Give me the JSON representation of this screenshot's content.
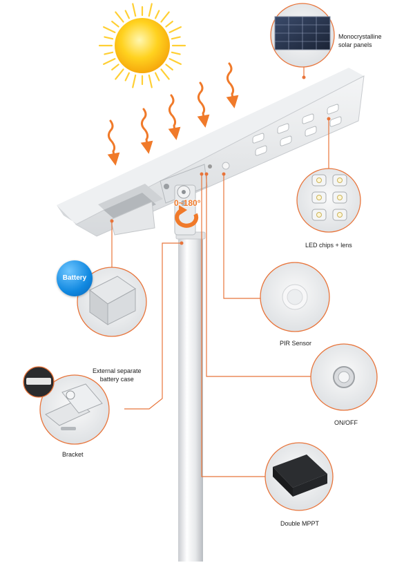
{
  "labels": {
    "solar_panels": "Monocrystalline\nsolar panels",
    "led_chips": "LED chips + lens",
    "pir_sensor": "PIR Sensor",
    "on_off": "ON/OFF",
    "double_mppt": "Double MPPT",
    "external_battery": "External separate\nbattery case",
    "bracket": "Bracket",
    "battery_badge": "Battery",
    "rotation_angle": "0~180°"
  },
  "colors": {
    "accent": "#f07a2a",
    "callout_ring": "#e8743a",
    "battery_badge": "#1088e0",
    "sun": "#ffd21f"
  },
  "icons": [
    "sun-icon",
    "sunray-arrow-icon",
    "rotate-arrow-icon"
  ]
}
